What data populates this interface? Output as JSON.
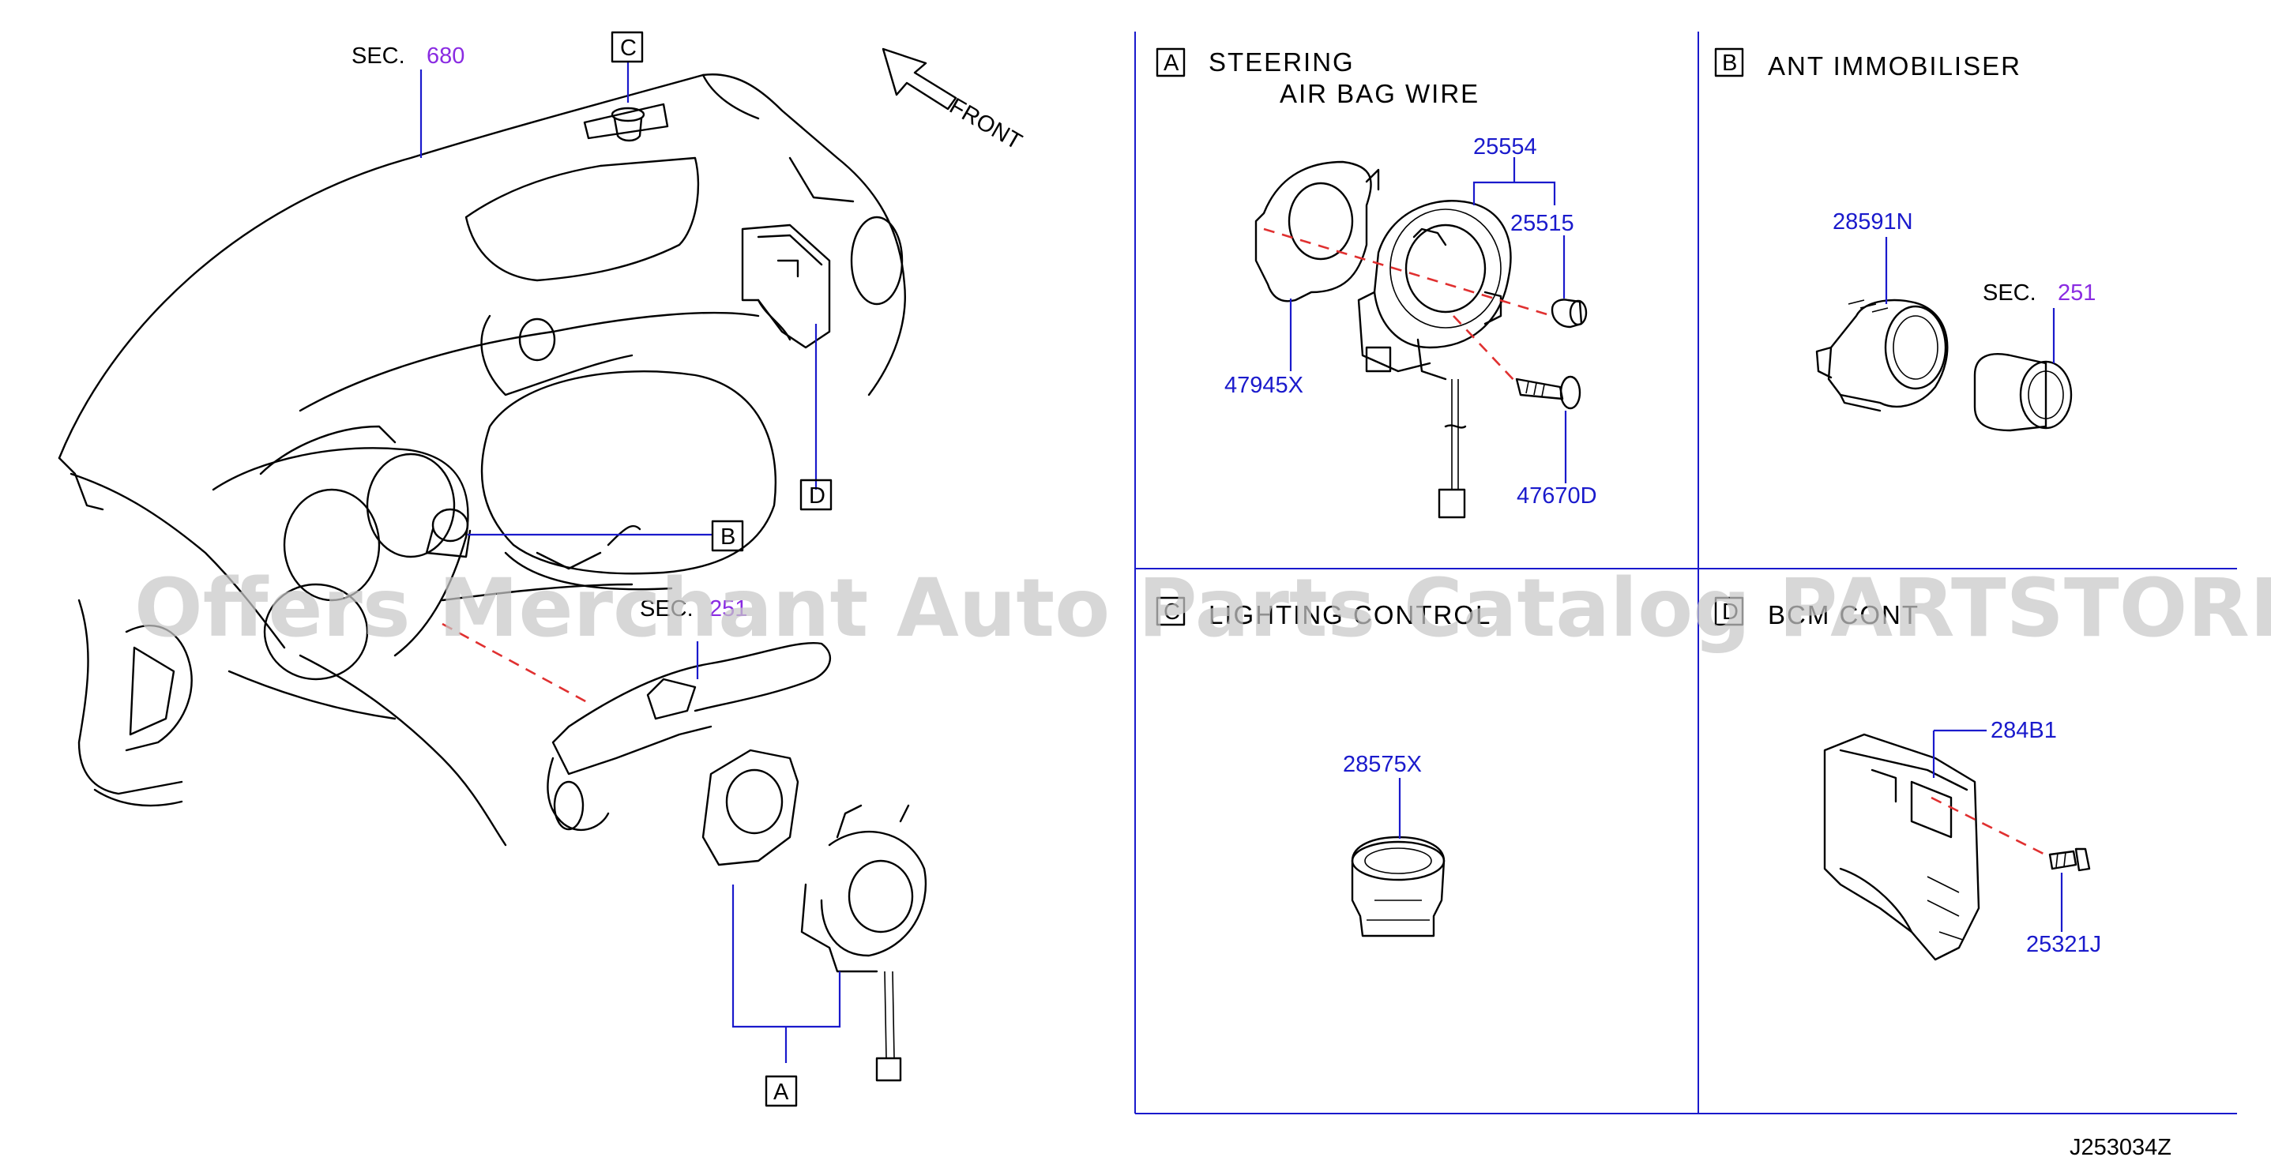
{
  "overview": {
    "sec_680_prefix": "SEC.",
    "sec_680_num": "680",
    "front_label": "FRONT",
    "sec_251_prefix": "SEC.",
    "sec_251_num": "251",
    "callout_a": "A",
    "callout_b": "B",
    "callout_c": "C",
    "callout_d": "D"
  },
  "panels": {
    "a": {
      "letter": "A",
      "title_line1": "STEERING",
      "title_line2": "AIR  BAG  WIRE",
      "parts": {
        "p25554": "25554",
        "p25515": "25515",
        "p47945x": "47945X",
        "p47670d": "47670D"
      }
    },
    "b": {
      "letter": "B",
      "title": "ANT  IMMOBILISER",
      "parts": {
        "p28591n": "28591N",
        "sec_prefix": "SEC.",
        "sec_num": "251"
      }
    },
    "c": {
      "letter": "C",
      "title": "LIGHTING  CONTROL",
      "parts": {
        "p28575x": "28575X"
      }
    },
    "d": {
      "letter": "D",
      "title": "BCM  CONT",
      "parts": {
        "p284b1": "284B1",
        "p25321j": "25321J"
      }
    }
  },
  "diagram_code": "J253034Z",
  "watermark": "Offers Merchant Auto Parts Catalog PARTSTORE.SA",
  "colors": {
    "part_number": "#1a1acc",
    "section_number": "#8a2be2",
    "leader": "#1a1acc",
    "centerline": "#e03030"
  }
}
